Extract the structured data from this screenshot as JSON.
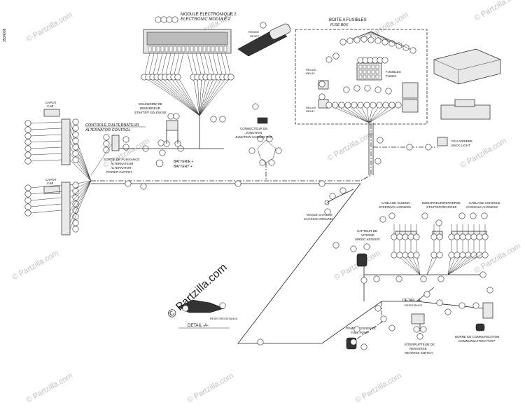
{
  "drawing_number": "3534008",
  "labels": {
    "module_fr": "MODULE ELECTRONIQUE 2",
    "module_en": "ELECTRONIC MODULE 2",
    "remise_fr": "REMISE",
    "remise_en": "RESET",
    "fuse_box_fr": "BOITE A FUSIBLES",
    "fuse_box_en": "FUSE BOX",
    "fuses_fr": "FUSIBLES",
    "fuses_en": "FUSES",
    "relay_fr_1": "RELAIS",
    "relay_en_1": "RELAY",
    "relay_fr_2": "RELAIS",
    "relay_en_2": "RELAY",
    "capot_fr": "CAPOT",
    "cab_en": "CAB",
    "capot2_fr": "CAPOT",
    "cab2_en": "CAB",
    "alt_control_fr": "CONTROLE D'ALTERNATEUR",
    "alt_control_en": "ALTERNATOR CONTROL",
    "solenoid_fr_1": "SOLENOIDE DE",
    "solenoid_fr_2": "DEMARREUR",
    "solenoid_en": "STARTER SOLENOID",
    "junction_fr_1": "CONNECTEUR DE",
    "junction_fr_2": "JONCTION",
    "junction_en": "JUNCTION CONNECTOR",
    "back_light_fr": "FEU ARRIERE",
    "back_light_en": "BACK LIGHT",
    "power_out_fr_1": "SORTIE DE PUISSANCE",
    "power_out_fr_2": "ALTERNATEUR",
    "power_out_en_1": "ALTERNATOR",
    "power_out_en_2": "POWER OUTPUT",
    "battery_fr": "BATTERIE +",
    "battery_en": "BATTERY +",
    "chassis_fr": "MASSE CHASSIS",
    "chassis_en": "CHASSIS GROUND",
    "speed_fr_1": "CAPTEUR DE",
    "speed_fr_2": "VITESSE",
    "speed_en": "SPEED SENSOR",
    "steering_fr": "CABLAGE GUIDON",
    "steering_en": "STEERING HARNESS",
    "starter_rev_fr": "DEMARREUR/RENVERSE",
    "starter_rev_en": "STARTER/REVERSE",
    "console_fr": "CABLAGE CONSOLE",
    "console_en": "CONSOLE HARNESS",
    "detail_a_top": "DETAIL -A-",
    "detail_a_sub": "RESISTANCE",
    "detail_a_bottom": "DETAIL -A-",
    "reset_resist": "RESET/RESISTANCE",
    "fuel_pump_fr": "POMPE A ESSENCE",
    "fuel_pump_en": "FUEL PUMP",
    "reverse_fr_1": "INTERRUPTEUR DE",
    "reverse_fr_2": "RENVERSE",
    "reverse_en": "REVERSE SWITCH",
    "comm_port_fr": "BORNE DE COMMUNICATION",
    "comm_port_en": "COMMUNICATION PORT"
  },
  "watermark": {
    "text": "© Partzilla.com",
    "small": "© Partzilla.com"
  },
  "colors": {
    "ink": "#222222",
    "watermark": "#bfbfbf",
    "background": "#ffffff"
  }
}
